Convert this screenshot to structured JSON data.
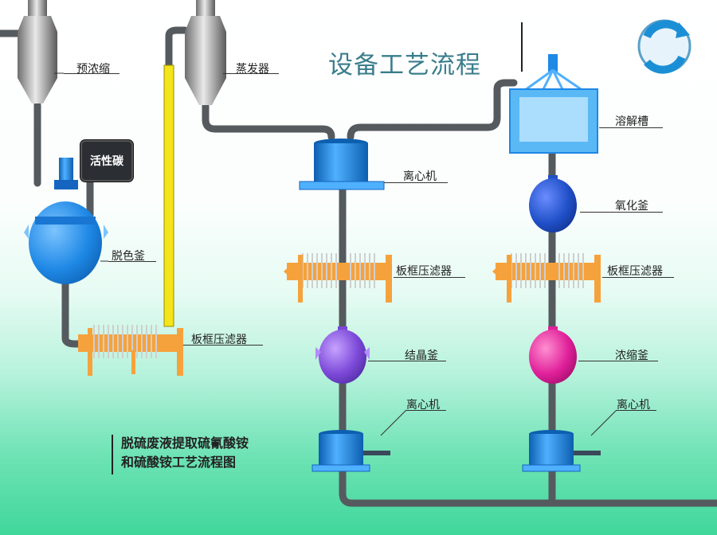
{
  "title": "设备工艺流程",
  "caption_line1": "脱硫废液提取硫氰酸铵",
  "caption_line2": "和硫酸铵工艺流程图",
  "equipment": {
    "pre_concentrator": "预浓缩",
    "evaporator": "蒸发器",
    "activated_carbon": "活性碳",
    "decolor_kettle": "脱色釜",
    "filter_press_left": "板框压滤器",
    "centrifuge_top": "离心机",
    "filter_press_mid": "板框压滤器",
    "crystallizer": "结晶釜",
    "centrifuge_mid_bottom": "离心机",
    "dissolve_tank": "溶解槽",
    "oxidation_kettle": "氧化釜",
    "filter_press_right": "板框压滤器",
    "concentrate_kettle": "浓缩釜",
    "centrifuge_right_bottom": "离心机"
  },
  "colors": {
    "pipe": "#555a5e",
    "yellow_pipe": "#f4e41a",
    "blue_vessel": "#1e88e5",
    "dark_blue_vessel": "#2050c8",
    "purple_vessel": "#7b48d8",
    "magenta_vessel": "#e0209a",
    "filter_orange": "#f6a23c",
    "title": "#3a7d8c"
  },
  "icons": [
    "refresh-logo-icon"
  ]
}
